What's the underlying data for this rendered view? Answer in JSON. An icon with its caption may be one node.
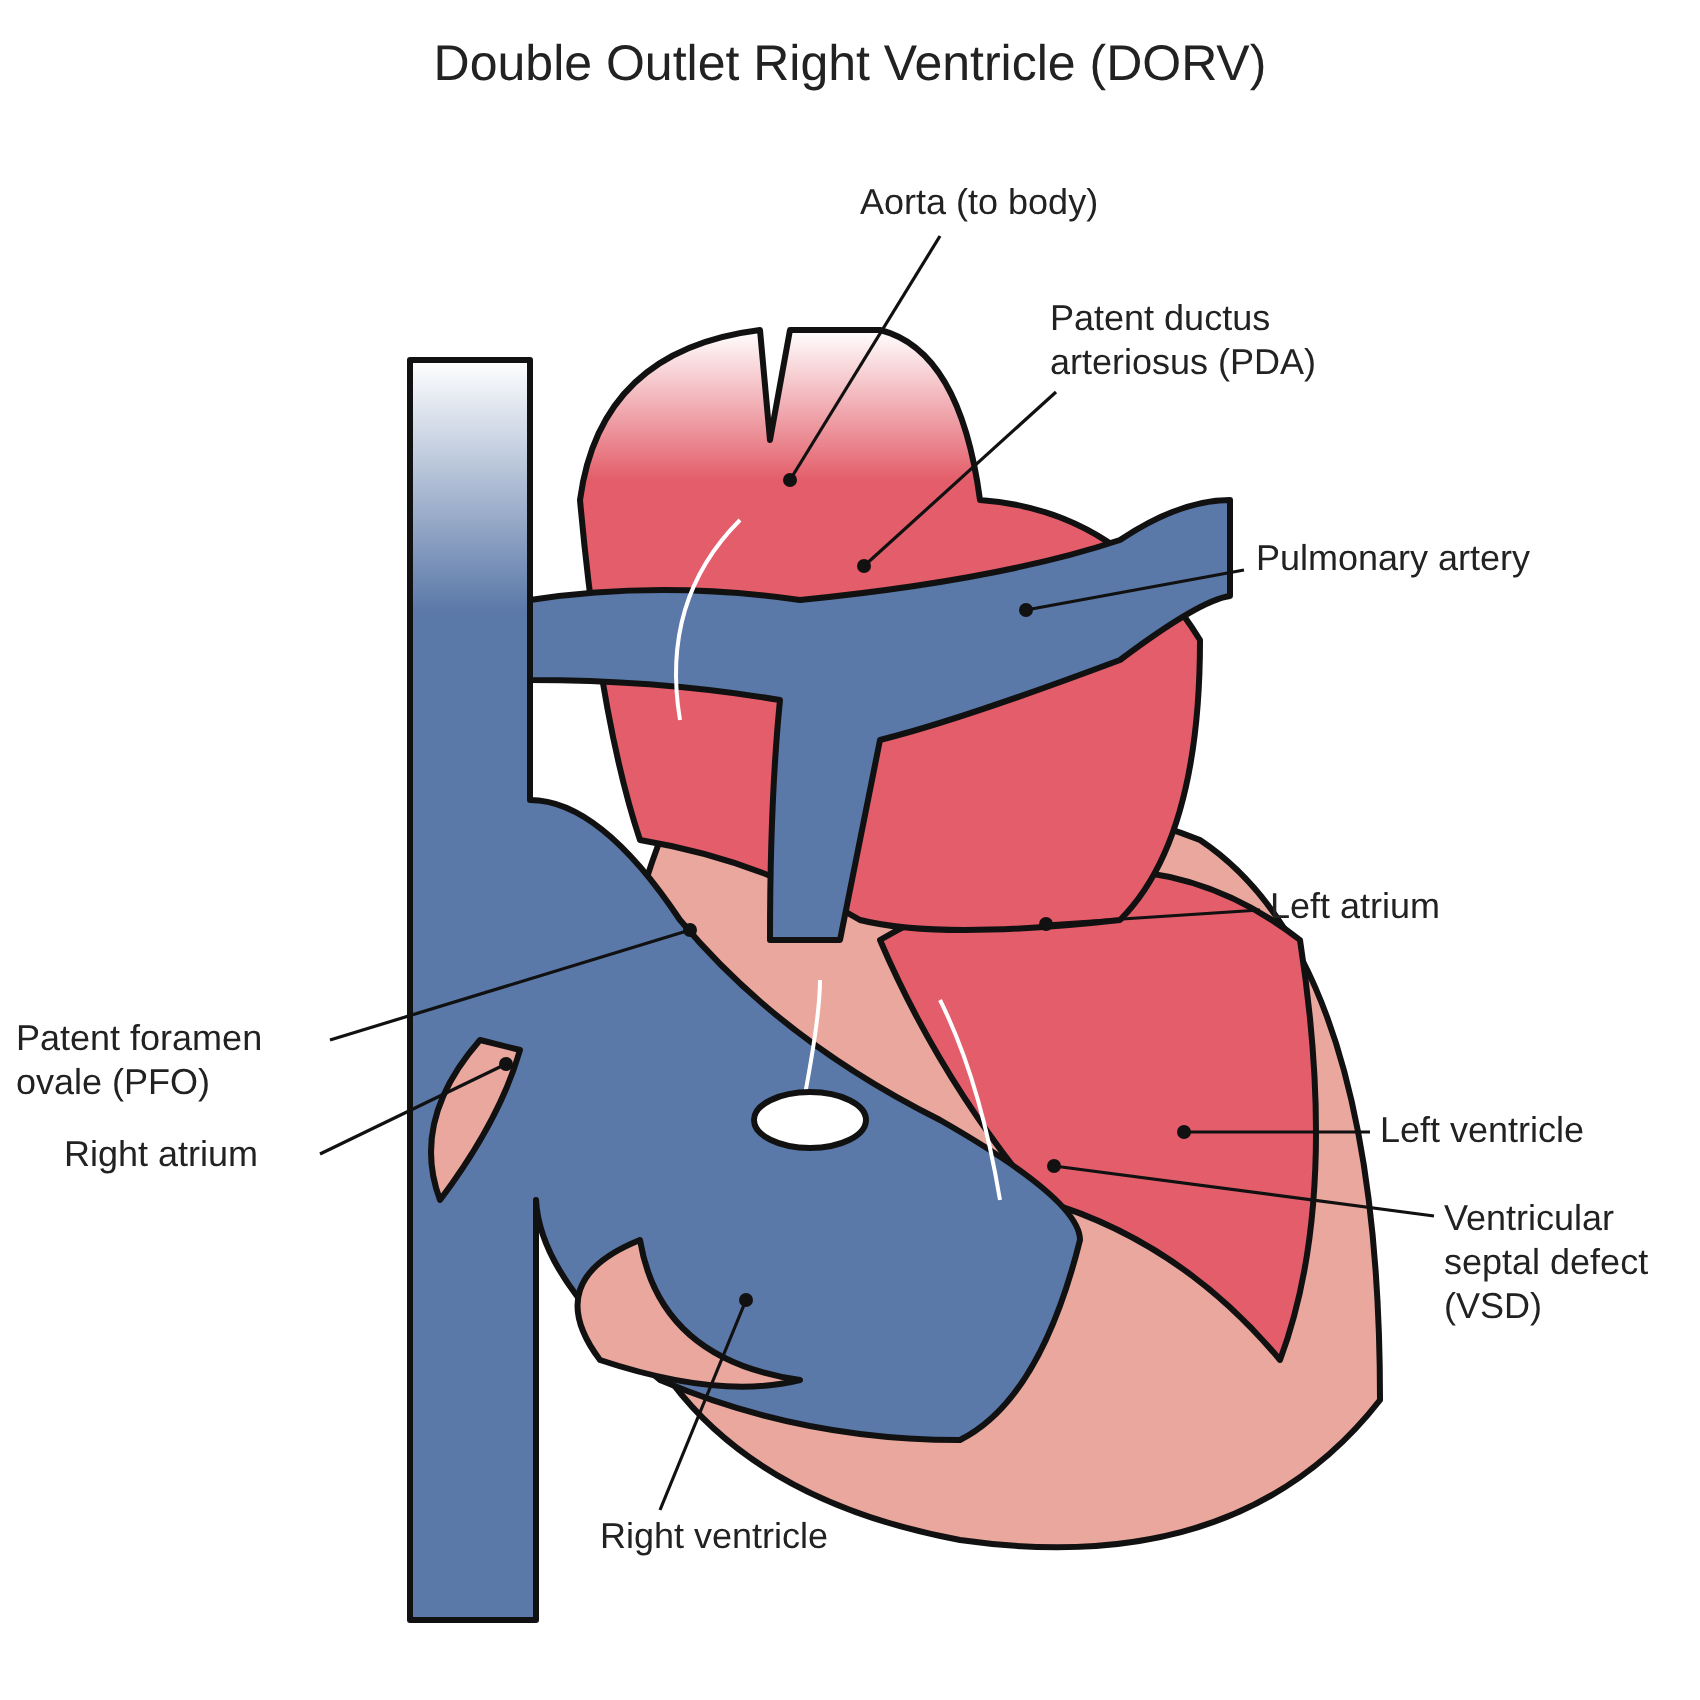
{
  "diagram": {
    "title": "Double Outlet Right Ventricle (DORV)",
    "nodes": [
      {
        "text": [
          "Aorta (to body)"
        ]
      },
      {
        "text": [
          "Patent ductus arteriosus (PDA)"
        ]
      },
      {
        "text": [
          "Pulmonary artery"
        ]
      },
      {
        "text": [
          "Left atrium"
        ]
      },
      {
        "text": [
          "Patent foramen ovale (PFO)"
        ]
      },
      {
        "text": [
          "Right atrium"
        ]
      },
      {
        "text": [
          "Left ventricle"
        ]
      },
      {
        "text": [
          "Ventricular septal defect (VSD)"
        ]
      },
      {
        "text": [
          "Right ventricle"
        ]
      }
    ],
    "edges": [
      {
        "from": 0,
        "to": null,
        "arrow": "other"
      },
      {
        "from": 1,
        "to": null,
        "arrow": "other"
      },
      {
        "from": 2,
        "to": null,
        "arrow": "other"
      },
      {
        "from": 3,
        "to": null,
        "arrow": "other"
      },
      {
        "from": 4,
        "to": null,
        "arrow": "other"
      },
      {
        "from": 5,
        "to": null,
        "arrow": "other"
      },
      {
        "from": 6,
        "to": null,
        "arrow": "other"
      },
      {
        "from": 7,
        "to": null,
        "arrow": "other"
      },
      {
        "from": 8,
        "to": null,
        "arrow": "other"
      }
    ]
  }
}
